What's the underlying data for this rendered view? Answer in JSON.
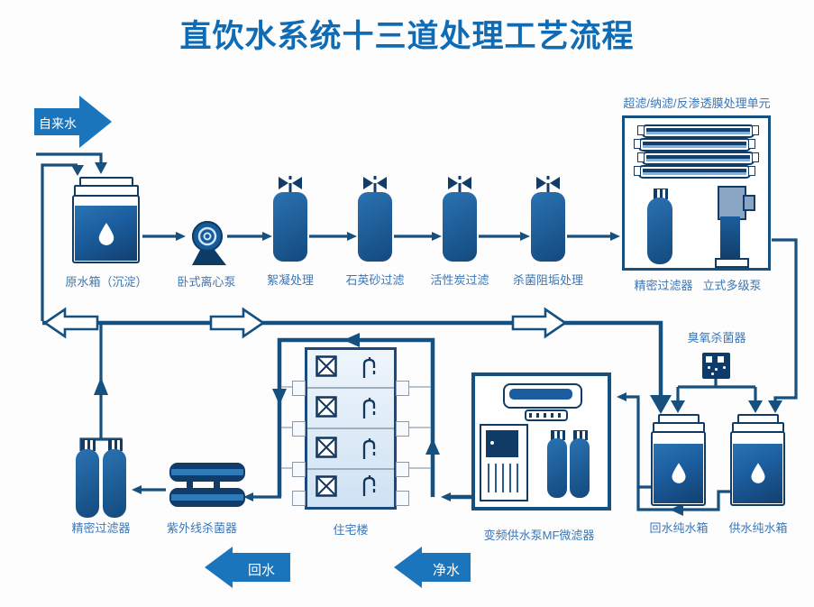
{
  "title": "直饮水系统十三道处理工艺流程",
  "flow_arrows": {
    "tap_water": "自来水",
    "return_water": "回水",
    "pure_water": "净水"
  },
  "stages": {
    "raw_tank": "原水箱（沉淀）",
    "centrifugal_pump": "卧式离心泵",
    "flocculation": "絮凝处理",
    "quartz_sand_filter": "石英砂过滤",
    "activated_carbon_filter": "活性炭过滤",
    "sterilization_antiscale": "杀菌阻垢处理",
    "membrane_unit": "超滤/纳滤/反渗透膜处理单元",
    "precision_filter_unit": "精密过滤器",
    "vertical_multistage_pump": "立式多级泵",
    "ozone_sterilizer": "臭氧杀菌器",
    "return_pure_tank": "回水纯水箱",
    "supply_pure_tank": "供水纯水箱",
    "vfd_pump_mf_filter": "变频供水泵MF微滤器",
    "residential_building": "住宅楼",
    "uv_sterilizer": "紫外线杀菌器",
    "precision_filter_return": "精密过滤器"
  },
  "icons": {
    "water-drop-icon": "white droplet",
    "valve-icon": "bow-tie valve",
    "faucet-icon": "tap with drip",
    "window-icon": "boxed X",
    "pump-icon": "volute circle on base"
  },
  "colors": {
    "title_blue": "#0e6bb5",
    "label_blue": "#3b77b6",
    "pipe_dark": "#15507f",
    "equipment_dark": "#123c68",
    "tank_mid_blue": "#2a74b4",
    "solid_arrow_blue": "#1b75bc",
    "background": "#ffffff"
  }
}
